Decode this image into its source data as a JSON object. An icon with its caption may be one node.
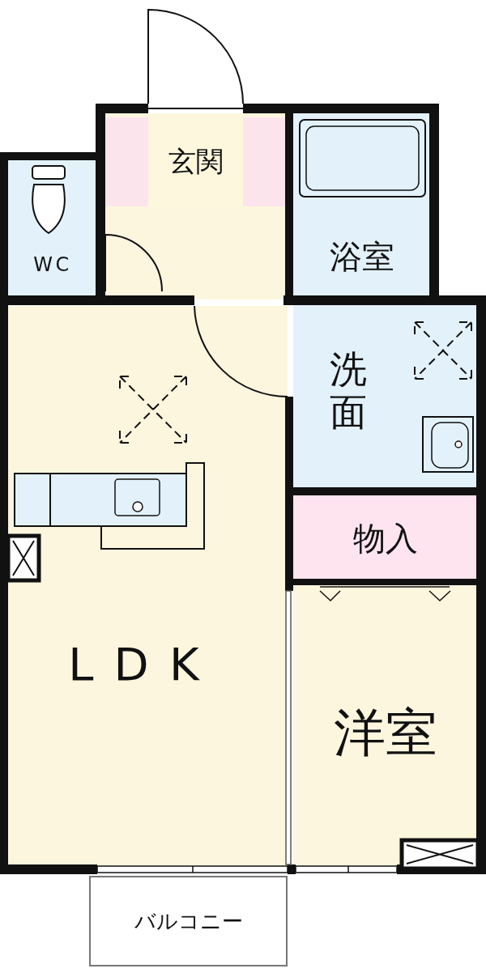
{
  "diagram": {
    "nodes": [
      {
        "text": [
          "玄関"
        ]
      },
      {
        "text": [
          "浴室"
        ]
      },
      {
        "text": [
          "WC"
        ]
      },
      {
        "text": [
          "LDK"
        ]
      },
      {
        "text": [
          "洗面"
        ]
      },
      {
        "text": [
          "物入"
        ]
      },
      {
        "text": [
          "洋室"
        ]
      },
      {
        "text": [
          "バルコニー"
        ]
      }
    ]
  }
}
